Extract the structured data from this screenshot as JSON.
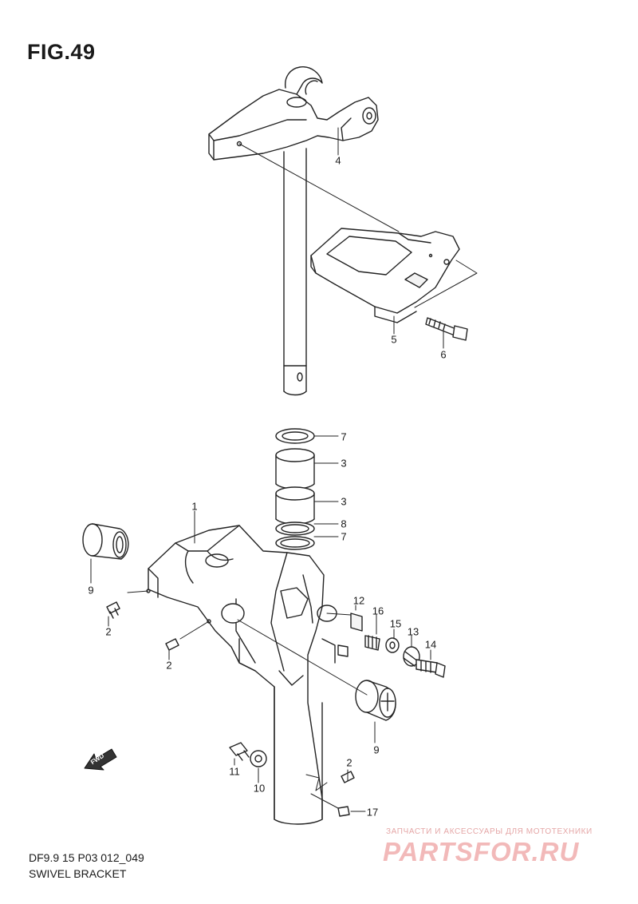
{
  "figure": {
    "title": "FIG.49",
    "code": "DF9.9 15 P03 012_049",
    "name": "SWIVEL BRACKET"
  },
  "callouts": [
    {
      "id": "c4",
      "label": "4"
    },
    {
      "id": "c5",
      "label": "5"
    },
    {
      "id": "c6",
      "label": "6"
    },
    {
      "id": "c7a",
      "label": "7"
    },
    {
      "id": "c3a",
      "label": "3"
    },
    {
      "id": "c3b",
      "label": "3"
    },
    {
      "id": "c8",
      "label": "8"
    },
    {
      "id": "c7b",
      "label": "7"
    },
    {
      "id": "c1",
      "label": "1"
    },
    {
      "id": "c9a",
      "label": "9"
    },
    {
      "id": "c2a",
      "label": "2"
    },
    {
      "id": "c2b",
      "label": "2"
    },
    {
      "id": "c12",
      "label": "12"
    },
    {
      "id": "c16",
      "label": "16"
    },
    {
      "id": "c15",
      "label": "15"
    },
    {
      "id": "c13",
      "label": "13"
    },
    {
      "id": "c14",
      "label": "14"
    },
    {
      "id": "c9b",
      "label": "9"
    },
    {
      "id": "c2c",
      "label": "2"
    },
    {
      "id": "c11",
      "label": "11"
    },
    {
      "id": "c10",
      "label": "10"
    },
    {
      "id": "c17",
      "label": "17"
    }
  ],
  "fwd_marker": "FWD",
  "watermark": {
    "tagline": "ЗАПЧАСТИ И АКСЕССУАРЫ ДЛЯ МОТОТЕХНИКИ",
    "logo": "PARTSFOR.RU"
  }
}
